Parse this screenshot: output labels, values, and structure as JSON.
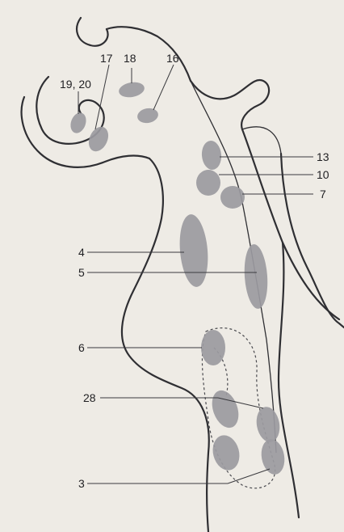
{
  "labels": {
    "n3": "3",
    "n4": "4",
    "n5": "5",
    "n6": "6",
    "n7": "7",
    "n10": "10",
    "n13": "13",
    "n16": "16",
    "n17": "17",
    "n18": "18",
    "n19_20": "19, 20",
    "n28": "28"
  },
  "colors": {
    "background": "#f1eee8",
    "outline": "#2f2f33",
    "nucleus_fill": "#9b9aa0",
    "label_text": "#1f1f22"
  }
}
